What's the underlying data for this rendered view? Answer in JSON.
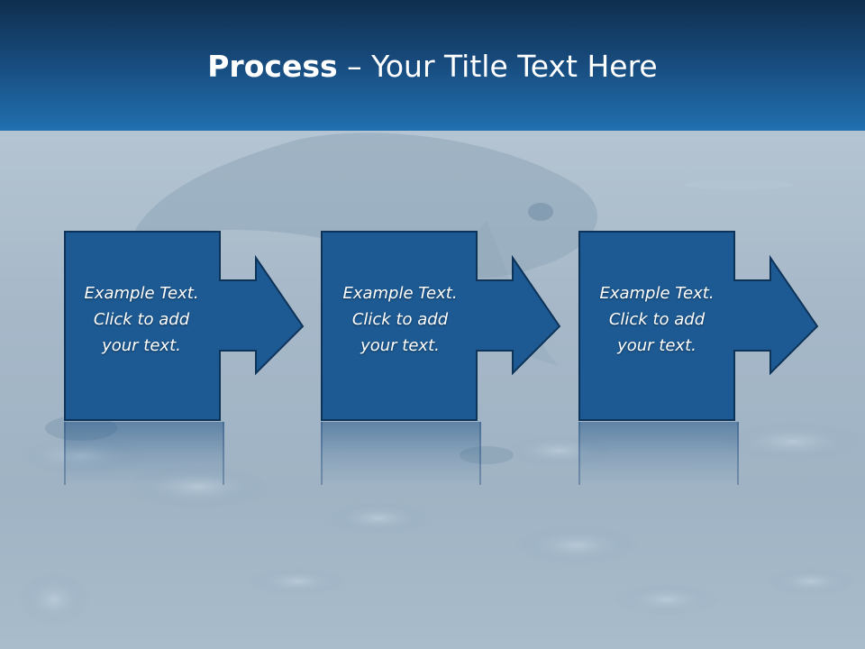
{
  "slide": {
    "title_bold": "Process",
    "title_rest": " – Your Title Text Here"
  },
  "steps": [
    {
      "line1": "Example Text.",
      "line2": "Click  to add",
      "line3": "your text."
    },
    {
      "line1": "Example Text.",
      "line2": "Click  to add",
      "line3": "your text."
    },
    {
      "line1": "Example Text.",
      "line2": "Click  to add",
      "line3": "your text."
    }
  ],
  "colors": {
    "header_dark": "#0f2f4e",
    "header_light": "#2170b0",
    "box_fill": "#1d5a93",
    "box_border": "#0e3358",
    "text": "#ffffff"
  },
  "icons": {
    "arrow": "right-arrow-icon"
  }
}
